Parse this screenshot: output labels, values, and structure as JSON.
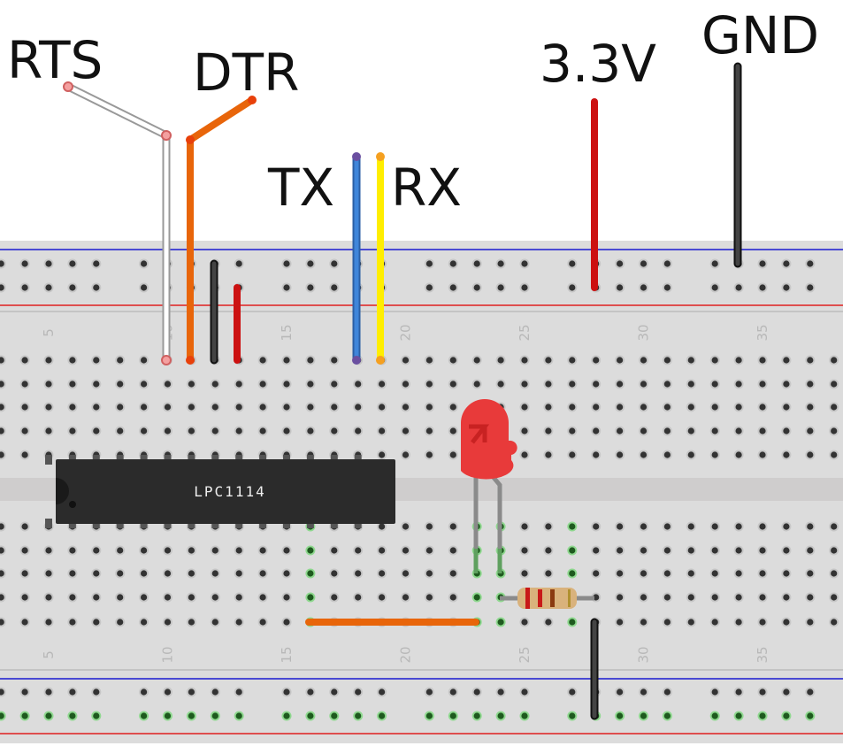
{
  "labels": {
    "rts": "RTS",
    "dtr": "DTR",
    "tx": "TX",
    "rx": "RX",
    "v33": "3.3V",
    "gnd": "GND"
  },
  "chip": {
    "label": "LPC1114"
  },
  "column_numbers": [
    "5",
    "10",
    "15",
    "20",
    "25",
    "30",
    "35"
  ],
  "colors": {
    "board": "#dcdcdc",
    "rail_blue": "#1a1ad0",
    "rail_red": "#e02020",
    "wire_white": "#ffffff",
    "wire_orange": "#e8650a",
    "wire_black": "#333333",
    "wire_red": "#cc1111",
    "wire_blue": "#3a7fd5",
    "wire_yellow": "#ffee00",
    "led": "#e83a3a",
    "highlight": "#1e5a1e"
  }
}
